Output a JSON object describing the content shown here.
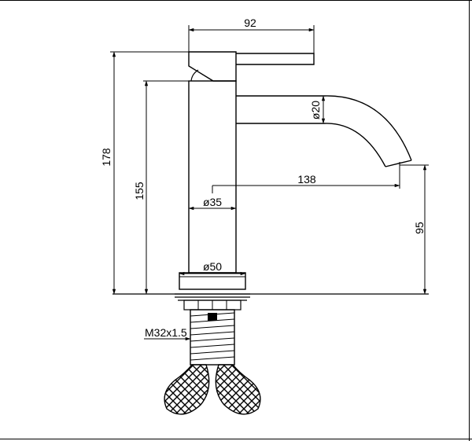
{
  "drawing": {
    "dimensions": {
      "width_92": "92",
      "height_178": "178",
      "height_155": "155",
      "spout_dia": "ø20",
      "reach_138": "138",
      "body_dia": "ø35",
      "height_95": "95",
      "base_dia": "ø50",
      "thread": "M32x1.5"
    }
  }
}
